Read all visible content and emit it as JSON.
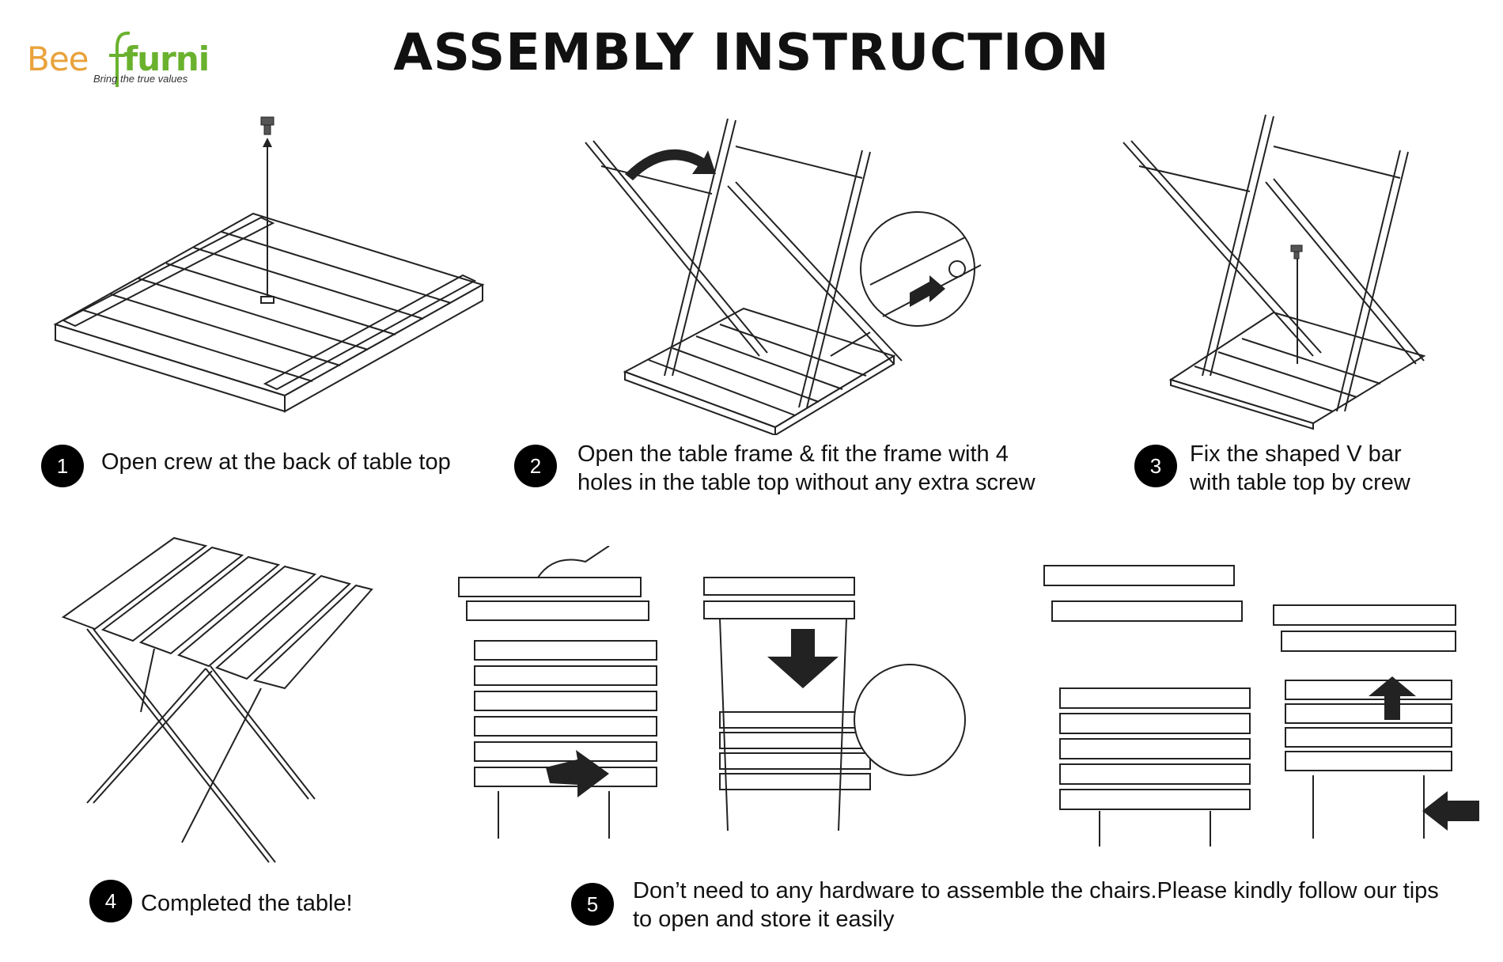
{
  "brand": {
    "name_part1": "Bee",
    "name_part2": "furni",
    "tagline": "Bring the true values",
    "colors": {
      "bee": "#e9a23b",
      "furni": "#6ab22e"
    }
  },
  "title": "ASSEMBLY INSTRUCTION",
  "steps": [
    {
      "number": "1",
      "caption": "Open crew at the back of table top",
      "illustration": "table-top-screw"
    },
    {
      "number": "2",
      "caption": "Open the table frame & fit the frame with 4\nholes in the table top without any extra screw",
      "illustration": "frame-fit"
    },
    {
      "number": "3",
      "caption": "Fix the shaped V bar\nwith table top by crew",
      "illustration": "v-bar-fix"
    },
    {
      "number": "4",
      "caption": "Completed the table!",
      "illustration": "completed-table"
    },
    {
      "number": "5",
      "caption": "Don’t need to any hardware to assemble the chairs.Please kindly follow our tips\nto open and store it easily",
      "illustration": "chair-folding"
    }
  ]
}
